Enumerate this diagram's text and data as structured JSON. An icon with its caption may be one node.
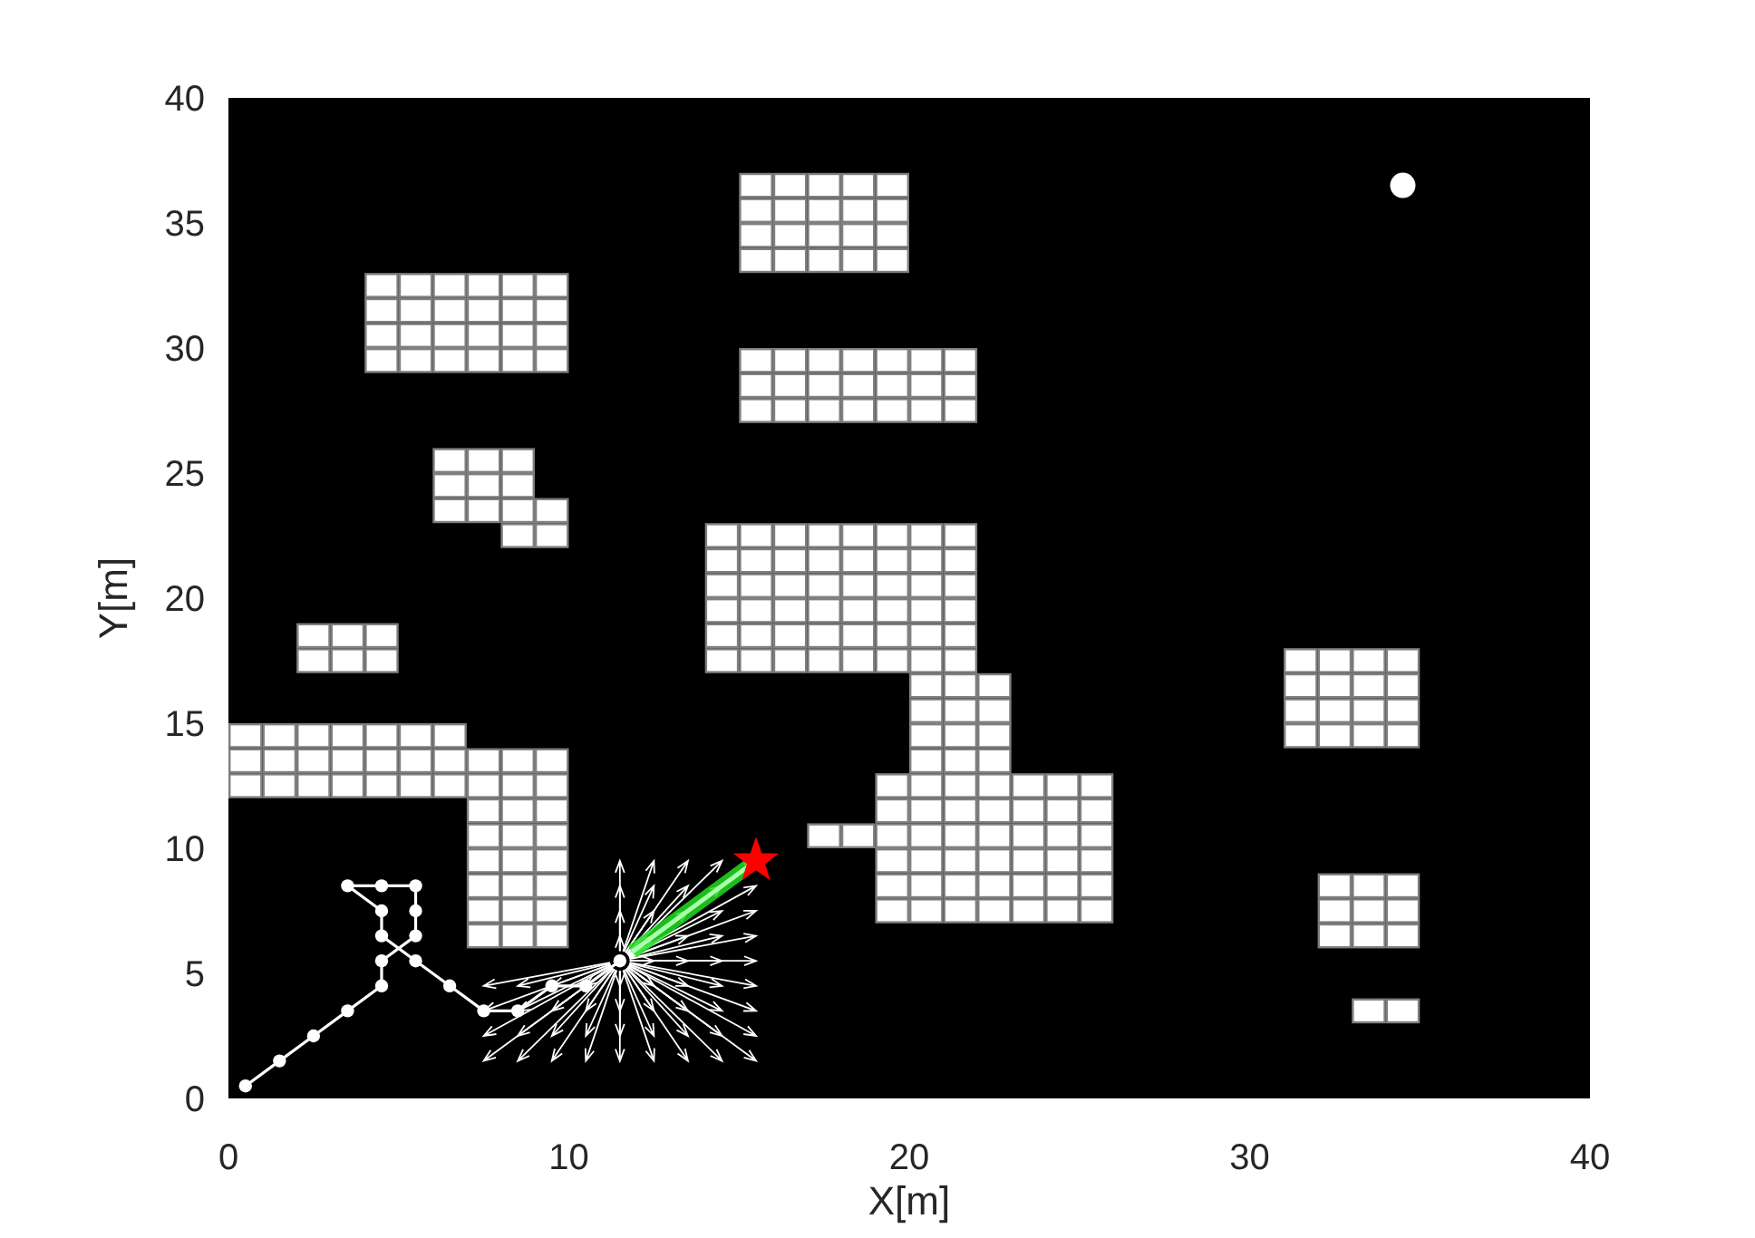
{
  "diagram": {
    "chart_data": {
      "type": "line",
      "xlabel": "X[m]",
      "ylabel": "Y[m]",
      "xlim": [
        0,
        40
      ],
      "ylim": [
        0,
        40
      ],
      "xticks": [
        0,
        10,
        20,
        30,
        40
      ],
      "yticks": [
        0,
        5,
        10,
        15,
        20,
        25,
        30,
        35,
        40
      ],
      "x": [
        0.5,
        1.5,
        2.5,
        3.5,
        4.5,
        4.5,
        5.5,
        5.5,
        5.5,
        4.5,
        3.5,
        4.5,
        4.5,
        5.5,
        6.5,
        7.5,
        8.5,
        9.5,
        10.5,
        11.5
      ],
      "series": [
        {
          "color": "#ffffff",
          "marker": "o",
          "values": [
            0.5,
            1.5,
            2.5,
            3.5,
            4.5,
            5.5,
            6.5,
            7.5,
            8.5,
            8.5,
            8.5,
            7.5,
            6.5,
            5.5,
            4.5,
            3.5,
            3.5,
            4.5,
            4.5,
            5.5
          ]
        }
      ]
    }
  }
}
